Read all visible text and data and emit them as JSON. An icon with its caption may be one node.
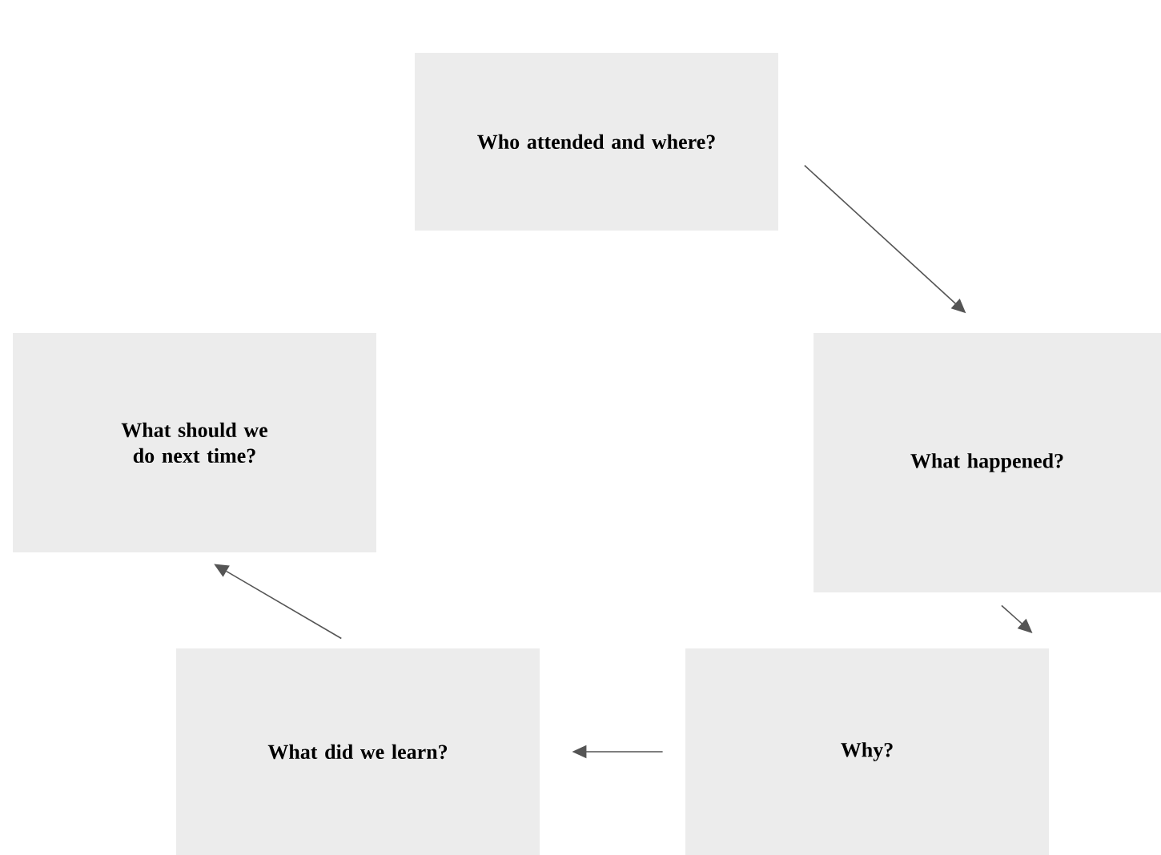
{
  "diagram": {
    "nodes": [
      {
        "text": [
          "Who attended and where?"
        ]
      },
      {
        "text": [
          "What happened?"
        ]
      },
      {
        "text": [
          "Why?"
        ]
      },
      {
        "text": [
          "What did we learn?"
        ]
      },
      {
        "text": [
          "What should we do next time?"
        ]
      }
    ],
    "edges": [
      {
        "from": 0,
        "to": 1,
        "arrow": "to"
      },
      {
        "from": 1,
        "to": 2,
        "arrow": "to"
      },
      {
        "from": 2,
        "to": 3,
        "arrow": "to"
      },
      {
        "from": 3,
        "to": 4,
        "arrow": "to"
      }
    ]
  }
}
